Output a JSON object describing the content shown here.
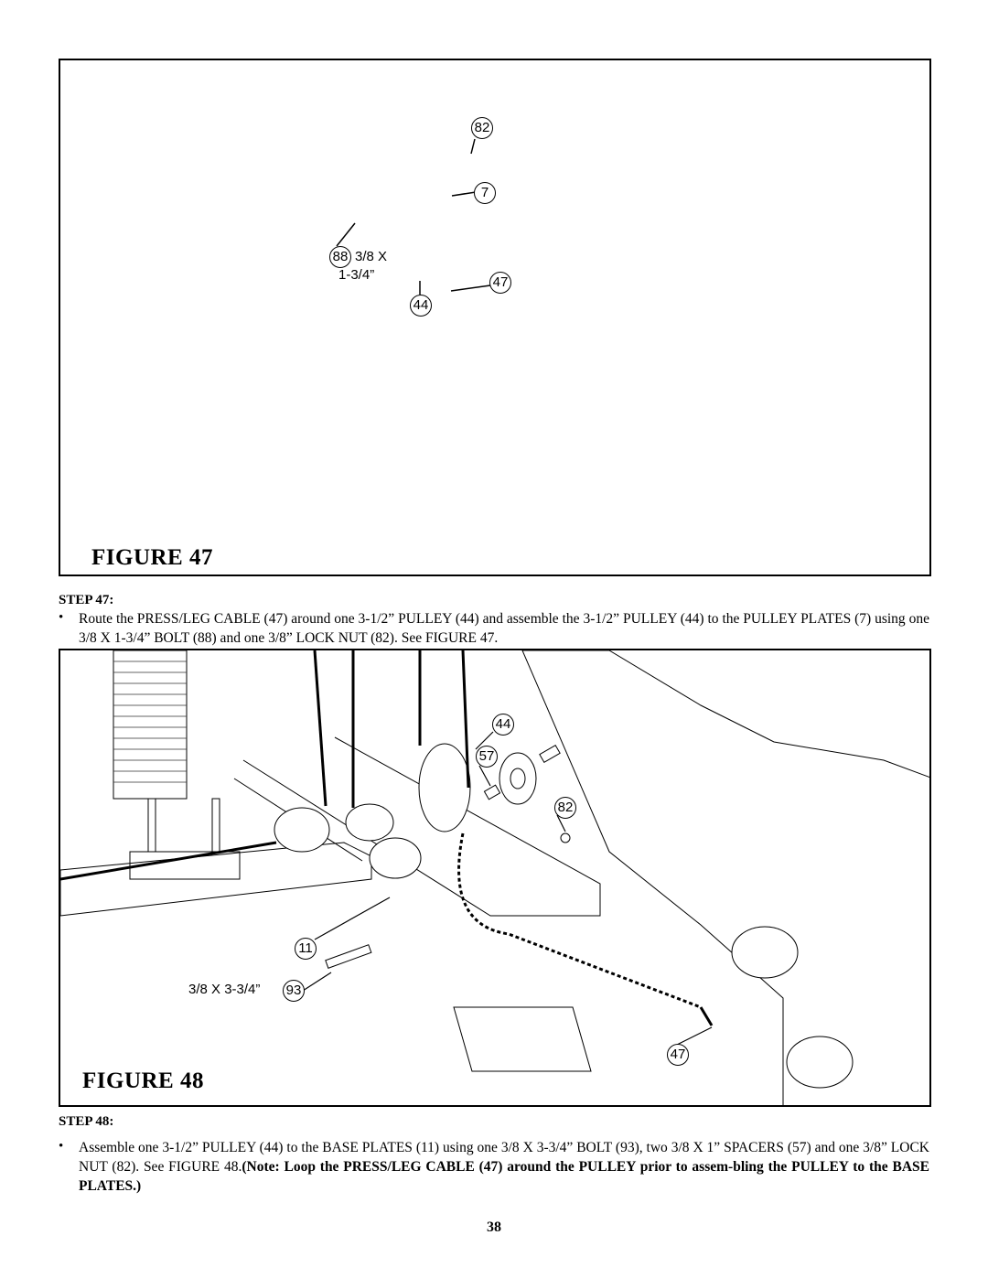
{
  "figure47": {
    "label": "FIGURE 47",
    "callouts": {
      "lock_nut": "82",
      "pulley_plates": "7",
      "bolt": "88",
      "cable": "47",
      "pulley": "44"
    },
    "bolt_size_line1": "3/8 X",
    "bolt_size_line2": "1-3/4”"
  },
  "step47": {
    "title": "STEP 47:",
    "bullet": "•",
    "text": "Route the PRESS/LEG CABLE (47) around one 3-1/2” PULLEY (44) and assemble the 3-1/2” PULLEY (44) to the PULLEY PLATES (7) using one 3/8 X 1-3/4”  BOLT (88) and one 3/8” LOCK NUT (82). See FIGURE 47."
  },
  "figure48": {
    "label": "FIGURE 48",
    "callouts": {
      "pulley": "44",
      "spacers": "57",
      "lock_nut": "82",
      "base_plates": "11",
      "bolt": "93",
      "cable": "47"
    },
    "bolt_size": "3/8  X  3-3/4”"
  },
  "step48": {
    "title": "STEP 48:",
    "bullet": "•",
    "text_normal": "Assemble one 3-1/2” PULLEY (44) to the BASE PLATES (11) using one 3/8 X 3-3/4”  BOLT (93), two 3/8 X 1” SPACERS (57) and one 3/8” LOCK NUT (82). See FIGURE 48.",
    "text_bold": "(Note: Loop the PRESS/LEG CABLE (47) around the PULLEY prior to assem-bling the PULLEY to the BASE PLATES.)"
  },
  "page_number": "38"
}
